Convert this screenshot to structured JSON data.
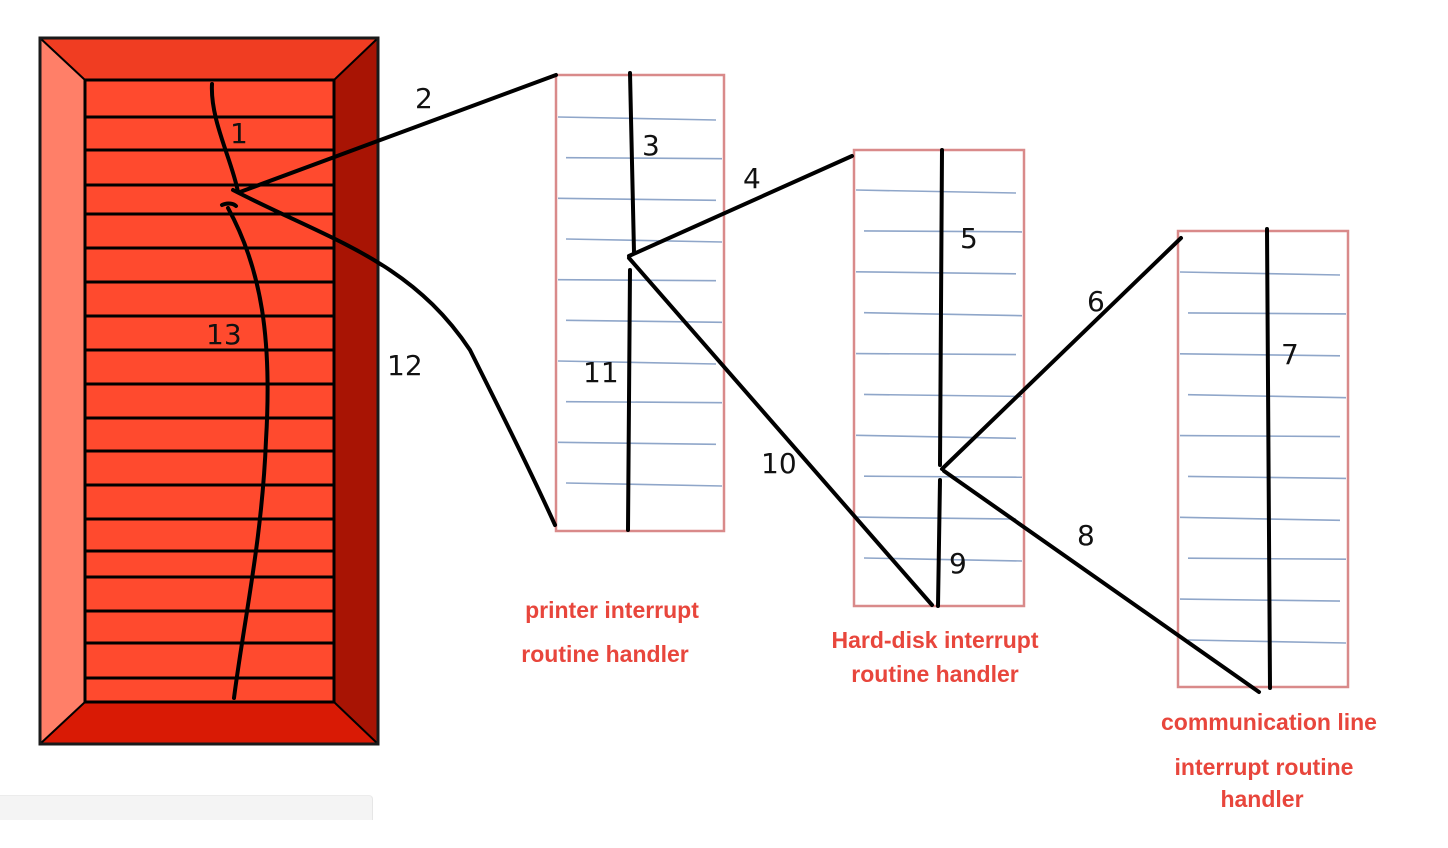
{
  "diagram": {
    "steps": [
      "1",
      "2",
      "3",
      "4",
      "5",
      "6",
      "7",
      "8",
      "9",
      "10",
      "11",
      "12",
      "13"
    ],
    "handlers": {
      "printer": {
        "caption_lines": [
          "printer interrupt",
          "routine handler"
        ]
      },
      "hard_disk": {
        "caption_lines": [
          "Hard-disk interrupt",
          "routine handler"
        ]
      },
      "communication": {
        "caption_lines": [
          "communication line",
          "interrupt routine",
          "handler"
        ]
      }
    },
    "colors": {
      "program_fill": "#ff4a2e",
      "program_bevel_top": "#f03d22",
      "program_bevel_left": "#ff7f68",
      "program_bevel_right": "#a81404",
      "program_bevel_bottom": "#d91a05",
      "caption": "#e8463c",
      "flow_line": "#000000"
    }
  }
}
